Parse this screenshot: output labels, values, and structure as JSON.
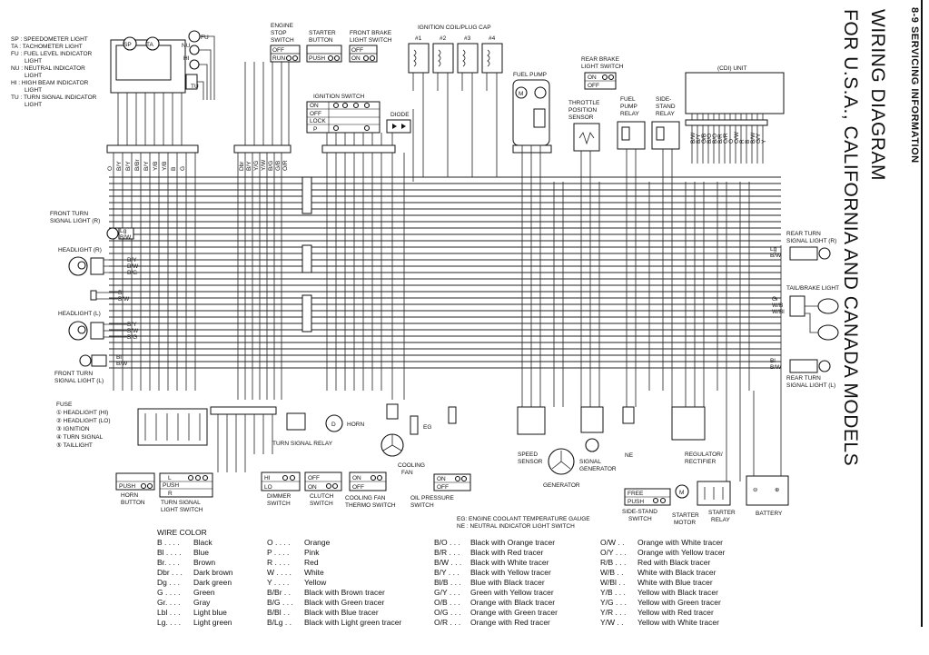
{
  "header": {
    "section": "8-9 SERVICING INFORMATION",
    "title_line1": "WIRING DIAGRAM",
    "title_line2": "FOR U.S.A., CALIFORNIA AND CANADA MODELS"
  },
  "meter_legend": [
    "SP : SPEEDOMETER LIGHT",
    "TA : TACHOMETER LIGHT",
    "FU : FUEL LEVEL INDICATOR",
    "LIGHT",
    "NU : NEUTRAL INDICATOR",
    "LIGHT",
    "HI : HIGH BEAM INDICATOR",
    "LIGHT",
    "TU : TURN SIGNAL INDICATOR",
    "LIGHT"
  ],
  "meter_tags": {
    "sp": "SP",
    "ta": "TA",
    "fu": "FU",
    "nu": "NU",
    "hi": "HI",
    "tu": "TU"
  },
  "components": {
    "engine_stop": [
      "ENGINE",
      "STOP",
      "SWITCH"
    ],
    "engine_stop_states": [
      "OFF",
      "RUN"
    ],
    "starter_button": [
      "STARTER",
      "BUTTON"
    ],
    "starter_state": "PUSH",
    "front_brake": [
      "FRONT BRAKE",
      "LIGHT SWITCH"
    ],
    "front_brake_states": [
      "OFF",
      "ON"
    ],
    "ignition_coil": "IGNITION COIL/PLUG CAP",
    "coil_numbers": [
      "#1",
      "#2",
      "#3",
      "#4"
    ],
    "ignition_switch": "IGNITION SWITCH",
    "ignition_states": [
      "ON",
      "OFF",
      "LOCK",
      "P"
    ],
    "diode": "DIODE",
    "fuel_pump": "FUEL PUMP",
    "rear_brake": [
      "REAR BRAKE",
      "LIGHT SWITCH"
    ],
    "rear_brake_states": [
      "ON",
      "OFF"
    ],
    "throttle": [
      "THROTTLE",
      "POSITION",
      "SENSOR"
    ],
    "fuel_pump_relay": [
      "FUEL",
      "PUMP",
      "RELAY"
    ],
    "side_stand_relay": [
      "SIDE-",
      "STAND",
      "RELAY"
    ],
    "cdi": "(CDI) UNIT",
    "front_turn_r": [
      "FRONT TURN",
      "SIGNAL LIGHT (R)"
    ],
    "headlight_r": "HEADLIGHT (R)",
    "headlight_l": "HEADLIGHT (L)",
    "front_turn_l": [
      "FRONT TURN",
      "SIGNAL LIGHT (L)"
    ],
    "rear_turn_r": [
      "REAR TURN",
      "SIGNAL LIGHT (R)"
    ],
    "tail_brake": "TAIL/BRAKE LIGHT",
    "rear_turn_l": [
      "REAR TURN",
      "SIGNAL LIGHT (L)"
    ],
    "fuse_title": "FUSE",
    "fuse_items": [
      "① HEADLIGHT (HI)",
      "② HEADLIGHT (LO)",
      "③ IGNITION",
      "④ TURN SIGNAL",
      "⑤ TAILLIGHT"
    ],
    "horn_button": [
      "HORN",
      "BUTTON"
    ],
    "horn_state": "PUSH",
    "turn_switch": [
      "TURN SIGNAL",
      "LIGHT SWITCH"
    ],
    "turn_states": [
      "L",
      "PUSH",
      "R"
    ],
    "dimmer": [
      "DIMMER",
      "SWITCH"
    ],
    "dimmer_states": [
      "HI",
      "LO"
    ],
    "clutch": [
      "CLUTCH",
      "SWITCH"
    ],
    "clutch_states": [
      "OFF",
      "ON"
    ],
    "turn_relay": "TURN SIGNAL RELAY",
    "horn": "HORN",
    "cooling_fan": [
      "COOLING",
      "FAN"
    ],
    "cooling_thermo": [
      "COOLING FAN",
      "THERMO SWITCH"
    ],
    "cooling_thermo_states": [
      "ON",
      "OFF"
    ],
    "eg": "EG",
    "oil_pressure": [
      "OIL PRESSURE",
      "SWITCH"
    ],
    "oil_states": [
      "ON",
      "OFF"
    ],
    "speed_sensor": [
      "SPEED",
      "SENSOR"
    ],
    "generator": "GENERATOR",
    "signal_gen": [
      "SIGNAL",
      "GENERATOR"
    ],
    "ne": "NE",
    "regulator": [
      "REGULATOR/",
      "RECTIFIER"
    ],
    "side_stand_switch": [
      "SIDE-STAND",
      "SWITCH"
    ],
    "side_states": [
      "FREE",
      "PUSH"
    ],
    "starter_motor": [
      "STARTER",
      "MOTOR"
    ],
    "starter_relay": [
      "STARTER",
      "RELAY"
    ],
    "battery": "BATTERY",
    "abbrev": [
      "EG: ENGINE COOLANT TEMPERATURE GAUGE",
      "NE : NEUTRAL INDICATOR LIGHT SWITCH"
    ]
  },
  "wire_labels": {
    "top_left": [
      "O",
      "B/Y",
      "B/Y",
      "B/Br",
      "B/Y",
      "Y/B",
      "Y/B",
      "B",
      "G",
      "Dbr",
      "B/Y",
      "Y/G",
      "Y/W",
      "B/G",
      "G/B",
      "O/R"
    ],
    "front_turn_r": [
      "Lg",
      "B/W"
    ],
    "headlight_r": [
      "B/Y",
      "B/W",
      "B/G"
    ],
    "mid_connector": [
      "Bl",
      "B/W"
    ],
    "headlight_l": [
      "B/Y",
      "B/W",
      "B/G"
    ],
    "front_turn_l": [
      "Bl",
      "B/W"
    ],
    "rear_turn_r": [
      "Lg",
      "B/W"
    ],
    "tail": [
      "Gr",
      "W/B",
      "W/Bl"
    ],
    "rear_turn_l": [
      "Bl",
      "B/W"
    ],
    "cdi_pins": [
      "B/W",
      "B/Y",
      "G/B",
      "B/O",
      "B/O",
      "B/R",
      "O/R",
      "O",
      "O/W",
      "R",
      "B",
      "B/W",
      "G/Y",
      "Y"
    ]
  },
  "wire_color_legend": {
    "title": "WIRE COLOR",
    "col1": [
      {
        "code": "B . . . .",
        "name": "Black"
      },
      {
        "code": "Bl . . . .",
        "name": "Blue"
      },
      {
        "code": "Br. . . .",
        "name": "Brown"
      },
      {
        "code": "Dbr . . .",
        "name": "Dark brown"
      },
      {
        "code": "Dg . . .",
        "name": "Dark green"
      },
      {
        "code": "G . . . .",
        "name": "Green"
      },
      {
        "code": "Gr. . . .",
        "name": "Gray"
      },
      {
        "code": "Lbl . . .",
        "name": "Light blue"
      },
      {
        "code": "Lg. . . .",
        "name": "Light green"
      }
    ],
    "col2": [
      {
        "code": "O . . . .",
        "name": "Orange"
      },
      {
        "code": "P . . . .",
        "name": "Pink"
      },
      {
        "code": "R . . . .",
        "name": "Red"
      },
      {
        "code": "W . . . .",
        "name": "White"
      },
      {
        "code": "Y . . . .",
        "name": "Yellow"
      },
      {
        "code": "B/Br . .",
        "name": "Black with Brown tracer"
      },
      {
        "code": "B/G . . .",
        "name": "Black with Green tracer"
      },
      {
        "code": "B/Bl . .",
        "name": "Black with Blue tracer"
      },
      {
        "code": "B/Lg . .",
        "name": "Black with Light green tracer"
      }
    ],
    "col3": [
      {
        "code": "B/O . . .",
        "name": "Black with Orange tracer"
      },
      {
        "code": "B/R . . .",
        "name": "Black with Red tracer"
      },
      {
        "code": "B/W . . .",
        "name": "Black with White tracer"
      },
      {
        "code": "B/Y . . .",
        "name": "Black with Yellow tracer"
      },
      {
        "code": "Bl/B . . .",
        "name": "Blue with Black tracer"
      },
      {
        "code": "G/Y . . .",
        "name": "Green with Yellow tracer"
      },
      {
        "code": "O/B . . .",
        "name": "Orange with Black tracer"
      },
      {
        "code": "O/G . . .",
        "name": "Orange with Green tracer"
      },
      {
        "code": "O/R . . .",
        "name": "Orange with Red tracer"
      }
    ],
    "col4": [
      {
        "code": "O/W . .",
        "name": "Orange with White tracer"
      },
      {
        "code": "O/Y . . .",
        "name": "Orange with Yellow tracer"
      },
      {
        "code": "R/B . . .",
        "name": "Red with Black tracer"
      },
      {
        "code": "W/B . .",
        "name": "White with Black tracer"
      },
      {
        "code": "W/Bl . .",
        "name": "White with Blue tracer"
      },
      {
        "code": "Y/B . . .",
        "name": "Yellow with Black tracer"
      },
      {
        "code": "Y/G . . .",
        "name": "Yellow with Green tracer"
      },
      {
        "code": "Y/R . . .",
        "name": "Yellow with Red tracer"
      },
      {
        "code": "Y/W . .",
        "name": "Yellow with White tracer"
      }
    ]
  },
  "colors": {
    "ink": "#111111",
    "paper": "#ffffff"
  }
}
